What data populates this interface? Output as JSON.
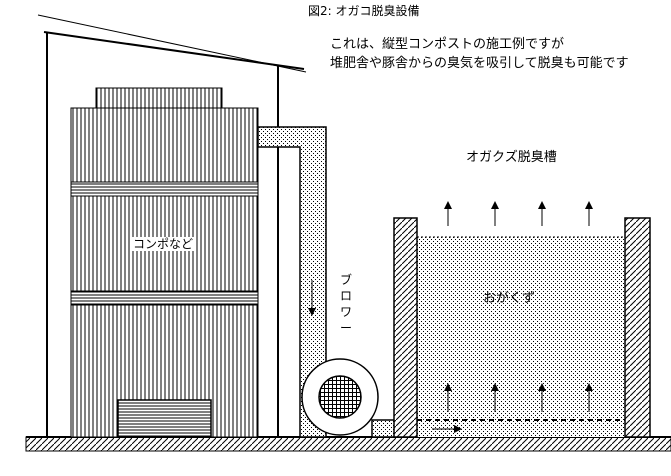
{
  "figure": {
    "title": "図2: オガコ脱臭設備",
    "description_line1": "これは、縦型コンポストの施工例ですが",
    "description_line2": "堆肥舎や豚舎からの臭気を吸引して脱臭も可能です"
  },
  "labels": {
    "compost": "コンポなど",
    "blower": "ブロワー",
    "tank": "オガクズ脱臭槽",
    "sawdust": "おがくず"
  },
  "colors": {
    "line": "#000000",
    "background": "#ffffff"
  }
}
